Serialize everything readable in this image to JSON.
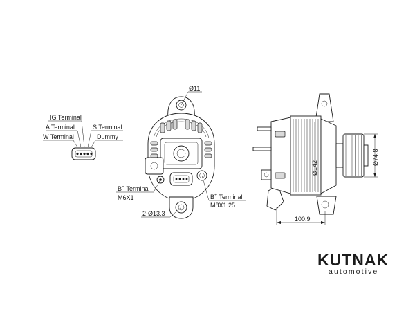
{
  "connector_labels": {
    "ig": "IG Terminal",
    "a": "A Terminal",
    "w": "W Terminal",
    "s": "S Terminal",
    "dummy": "Dummy"
  },
  "front_view": {
    "hole_dia": "Ø11",
    "b_minus_label": "B",
    "b_minus_sup": "−",
    "b_minus_suffix": " Terminal",
    "b_minus_thread": "M6X1",
    "b_plus_label": "B",
    "b_plus_sup": "+",
    "b_plus_suffix": " Terminal",
    "b_plus_thread": "M8X1.25",
    "mount_holes": "2-Ø13.3"
  },
  "side_view": {
    "body_dia": "Ø142",
    "pulley_dia": "Ø74.8",
    "length": "100.9"
  },
  "brand": {
    "name": "KUTNAK",
    "sub": "automotive"
  }
}
